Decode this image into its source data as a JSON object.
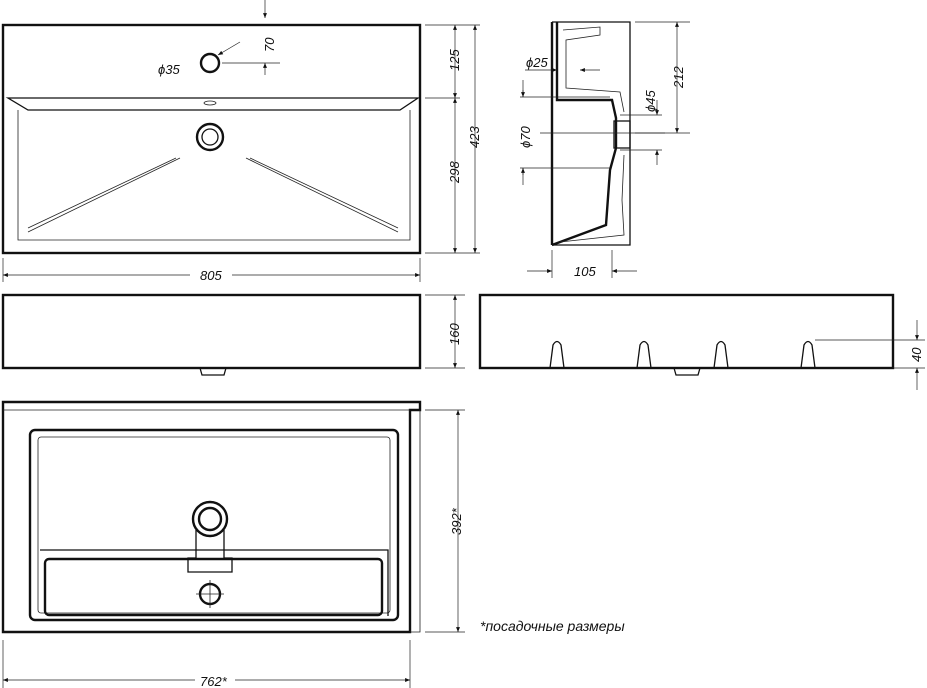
{
  "top_view": {
    "dim_tap_offset": "70",
    "dim_tap_diameter": "ϕ35",
    "dim_rim": "125",
    "dim_total_depth": "423",
    "dim_basin": "298",
    "dim_width": "805"
  },
  "section_view": {
    "dim_overflow": "ϕ25",
    "dim_height": "212",
    "dim_drain_outer": "ϕ45",
    "dim_drain": "ϕ70",
    "dim_depth": "105"
  },
  "front_view": {
    "dim_height": "160"
  },
  "side_view": {
    "dim_slot": "40"
  },
  "bottom_view": {
    "dim_mount_depth": "392*",
    "dim_mount_width": "762*",
    "note": "*посадочные размеры"
  },
  "colors": {
    "line": "#111111",
    "background": "#ffffff"
  }
}
